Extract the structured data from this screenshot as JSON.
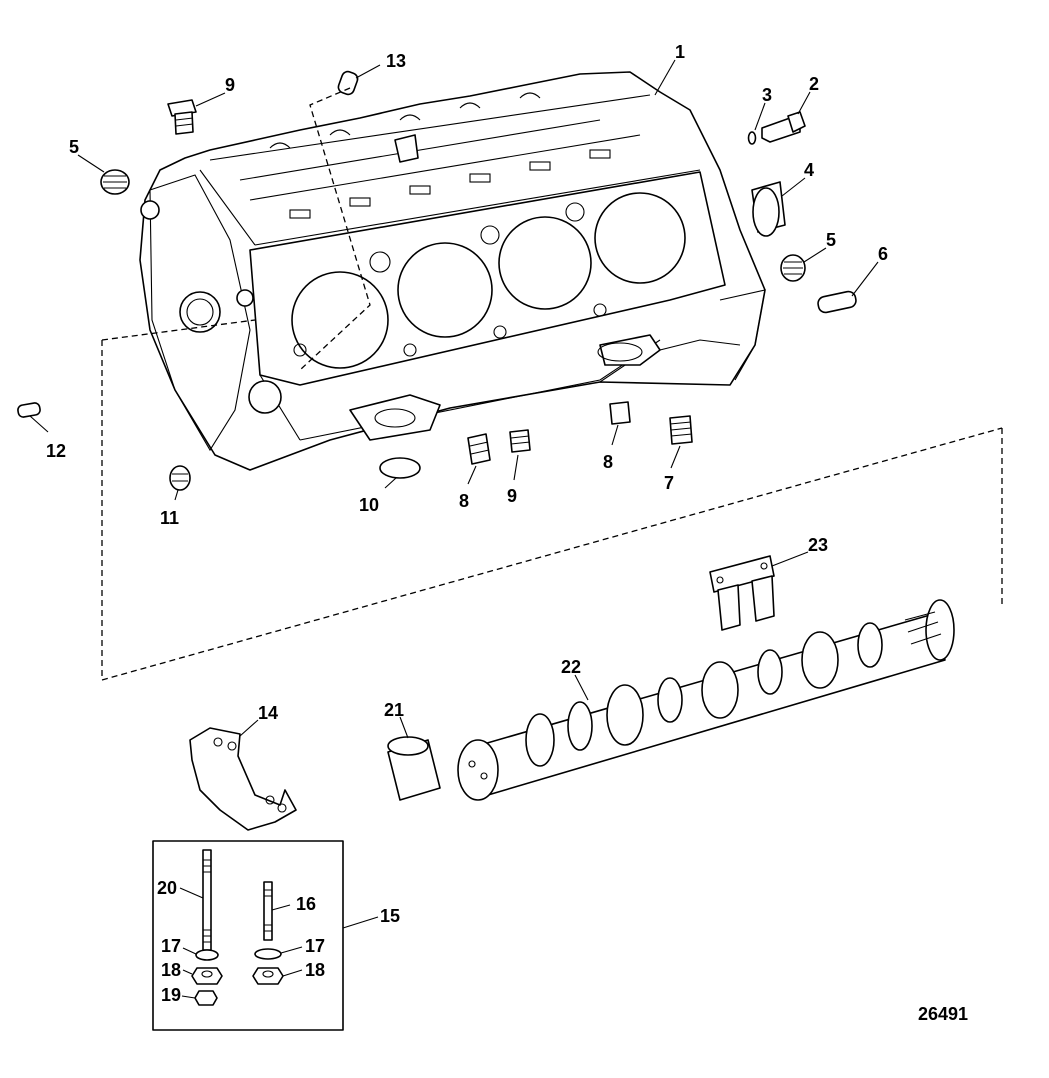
{
  "figure_number": "26491",
  "callouts": {
    "c1": "1",
    "c2": "2",
    "c3": "3",
    "c4": "4",
    "c5a": "5",
    "c5b": "5",
    "c6": "6",
    "c7": "7",
    "c8a": "8",
    "c8b": "8",
    "c9a": "9",
    "c9b": "9",
    "c10": "10",
    "c11": "11",
    "c12": "12",
    "c13": "13",
    "c14": "14",
    "c15": "15",
    "c16": "16",
    "c17a": "17",
    "c17b": "17",
    "c18a": "18",
    "c18b": "18",
    "c19": "19",
    "c20": "20",
    "c21": "21",
    "c22": "22",
    "c23": "23"
  }
}
